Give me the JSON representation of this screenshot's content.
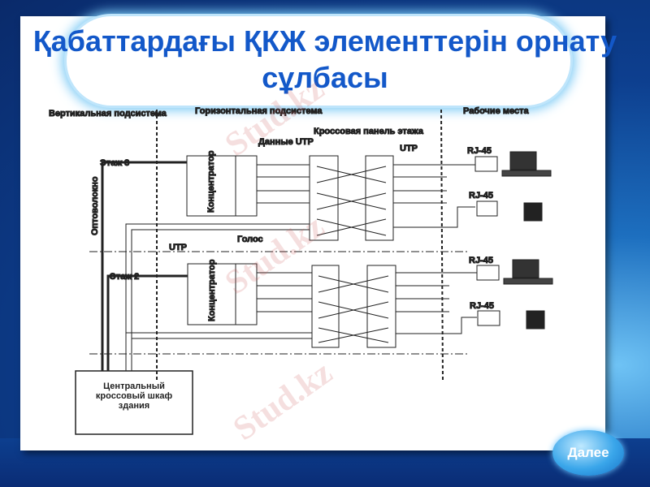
{
  "slide": {
    "title": "Қабаттардағы ҚКЖ элементтерін орнату сұлбасы",
    "next_label": "Далее"
  },
  "diagram": {
    "vertical_subsystem": "Вертикальная подсистема",
    "horizontal_subsystem": "Горизонтальная подсистема",
    "workplaces": "Рабочие места",
    "data_utp": "Данные UTP",
    "cross_panel": "Кроссовая панель этажа",
    "utp": "UTP",
    "utp2": "UTP",
    "voice": "Голос",
    "floor3": "Этаж 3",
    "floor2": "Этаж 2",
    "fiber": "Оптоволокно",
    "hub": "Концентратор",
    "rj45": "RJ-45",
    "central_cabinet": "Центральный кроссовый шкаф здания"
  },
  "watermark": "Stud.kz"
}
